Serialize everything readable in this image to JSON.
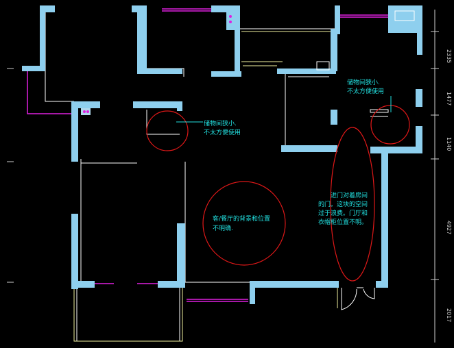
{
  "colors": {
    "background": "#000000",
    "wall": "#8ecfee",
    "line_white": "#ffffff",
    "line_yellow": "#f2f2a0",
    "line_magenta": "#e020e0",
    "annotation_red": "#e01818",
    "annotation_text": "#22e0e0",
    "dimension": "#cfcfcf"
  },
  "annotations": {
    "storage_1": [
      "储物间狭小.",
      "不太方便使用"
    ],
    "storage_2": [
      "储物间狭小.",
      "不太方便使用"
    ],
    "living": [
      "客/餐厅的背景和位置",
      "不明确."
    ],
    "entry": [
      "进门对着房间",
      "的门。这块的空间",
      "过于浪费。门厅和",
      "衣帽柜位置不明。"
    ]
  },
  "dimensions": {
    "right": [
      "2335",
      "1477",
      "1140",
      "4927",
      "2017"
    ]
  }
}
